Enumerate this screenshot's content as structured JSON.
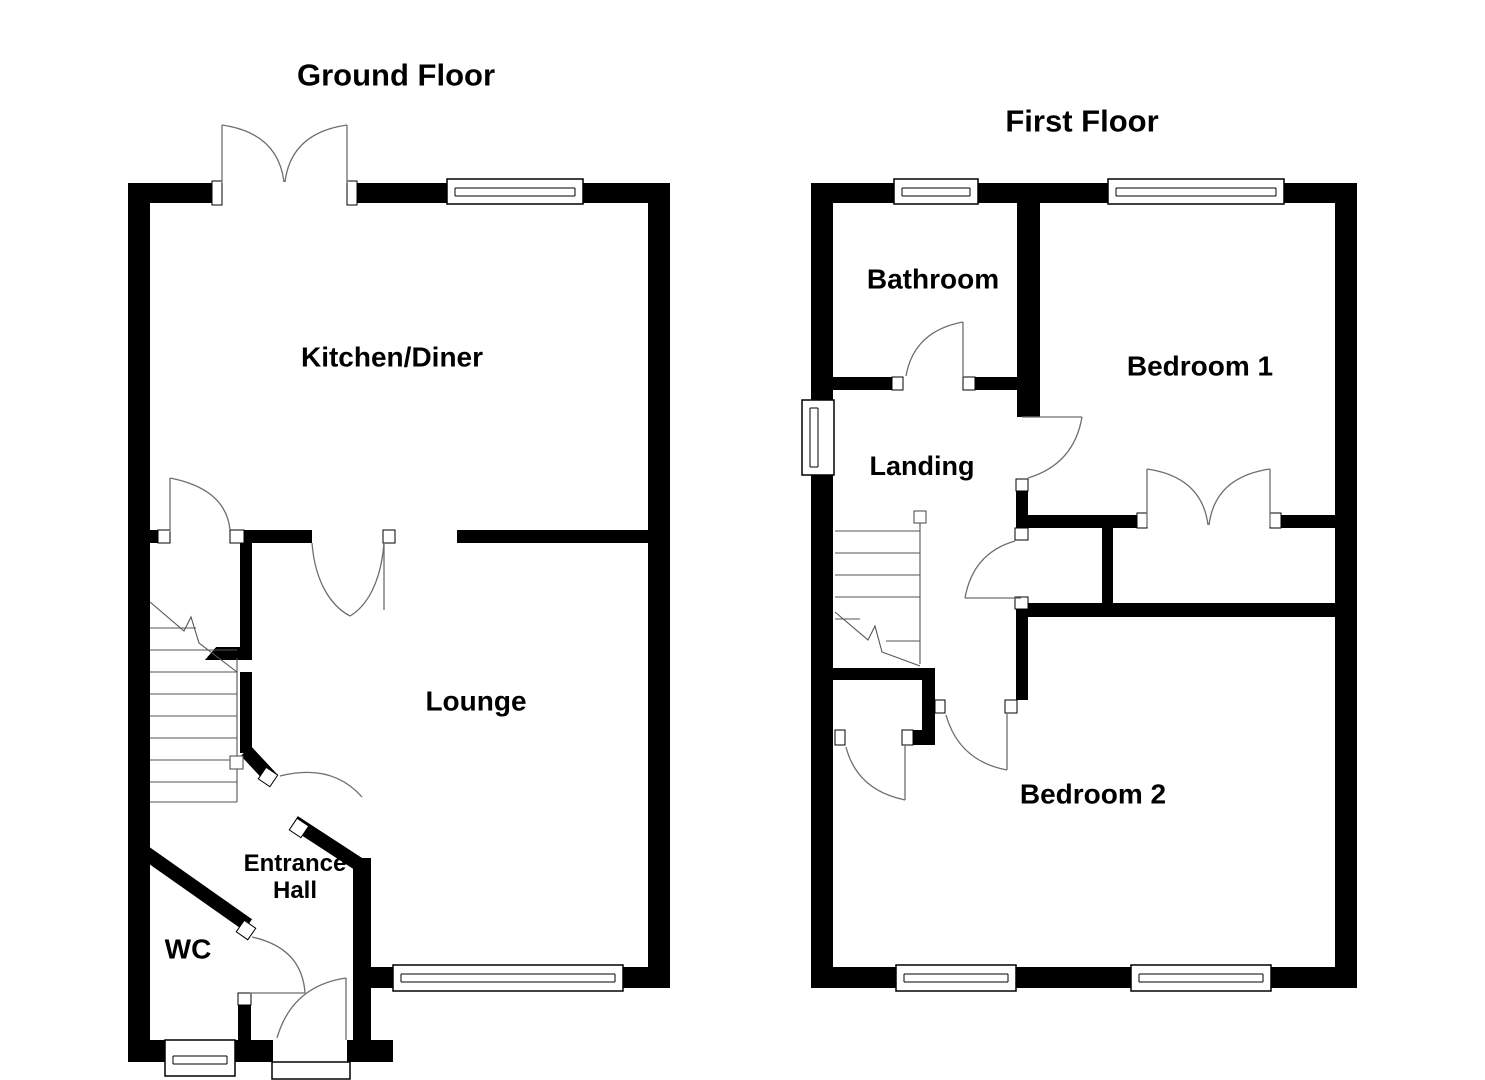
{
  "page": {
    "background": "#ffffff"
  },
  "colors": {
    "wall": "#000000",
    "door_arc": "#6e6e6e",
    "stair_line": "#555555",
    "text": "#000000"
  },
  "ground_floor": {
    "title": "Ground Floor",
    "rooms": {
      "kitchen_diner": "Kitchen/Diner",
      "lounge": "Lounge",
      "entrance_hall": "Entrance Hall",
      "wc": "WC"
    }
  },
  "first_floor": {
    "title": "First Floor",
    "rooms": {
      "bathroom": "Bathroom",
      "bedroom_1": "Bedroom 1",
      "landing": "Landing",
      "bedroom_2": "Bedroom 2"
    }
  }
}
